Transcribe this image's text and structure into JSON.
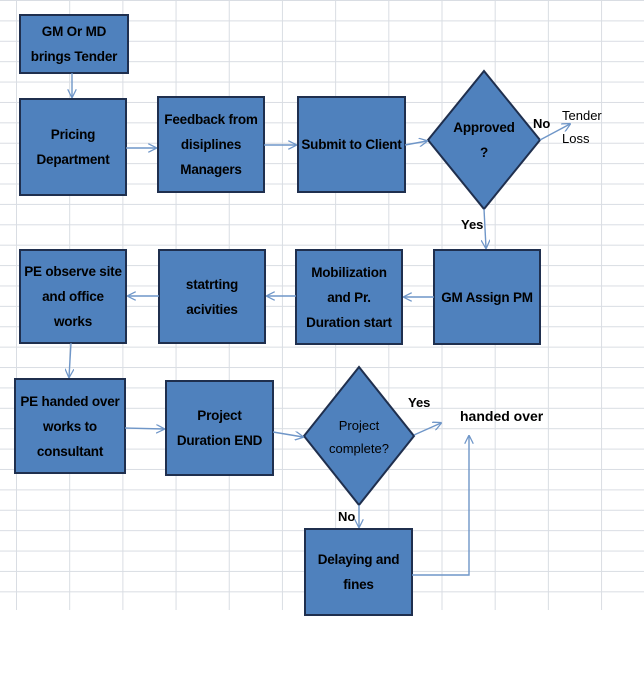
{
  "boxes": {
    "gm_tender": "GM Or MD\nbrings Tender",
    "pricing": "Pricing\nDepartment",
    "feedback": "Feedback from\ndisiplines\nManagers",
    "submit": "Submit to Client",
    "gm_assign": "GM Assign PM",
    "mobilization": "Mobilization\nand Pr.\nDuration start",
    "starting": "statrting\nacivities",
    "pe_observe": "PE observe site\nand office\nworks",
    "pe_handed": "PE handed over\nworks to\nconsultant",
    "duration_end": "Project\nDuration END",
    "delaying": "Delaying and\nfines"
  },
  "decisions": {
    "approved": "Approved\n?",
    "project_complete": "Project\ncomplete?"
  },
  "labels": {
    "no_1": "No",
    "yes_1": "Yes",
    "tender_loss": "Tender\nLoss",
    "yes_2": "Yes",
    "no_2": "No",
    "handed_over": "handed over"
  },
  "colors": {
    "box_fill": "#4f81bd",
    "box_border": "#1f2f4e",
    "arrow": "#6f96c8",
    "grid": "#d9dde3"
  }
}
